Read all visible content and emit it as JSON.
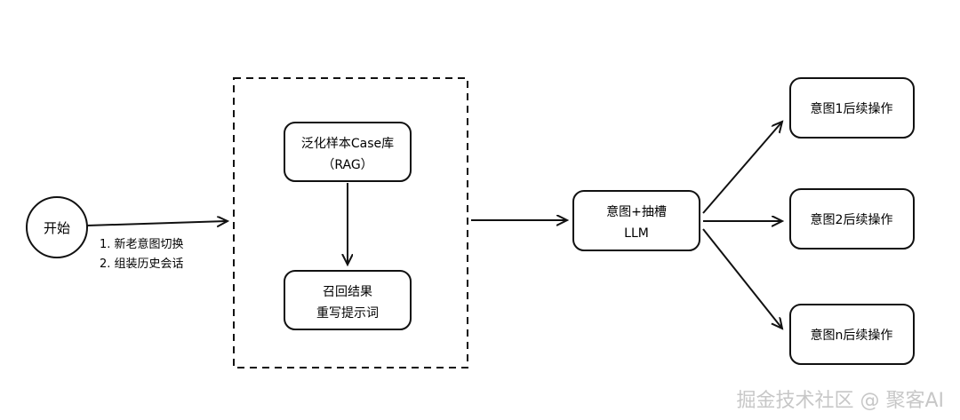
{
  "diagram": {
    "start": "开始",
    "start_note": {
      "line1": "1. 新老意图切换",
      "line2": "2. 组装历史会话"
    },
    "case_lib": {
      "line1": "泛化样本Case库",
      "line2": "（RAG）"
    },
    "recall": {
      "line1": "召回结果",
      "line2": "重写提示词"
    },
    "llm": {
      "line1": "意图+抽槽",
      "line2": "LLM"
    },
    "ops": [
      {
        "label": "意图1后续操作"
      },
      {
        "label": "意图2后续操作"
      },
      {
        "label": "意图n后续操作"
      }
    ]
  },
  "watermark": "掘金技术社区 @ 聚客AI"
}
